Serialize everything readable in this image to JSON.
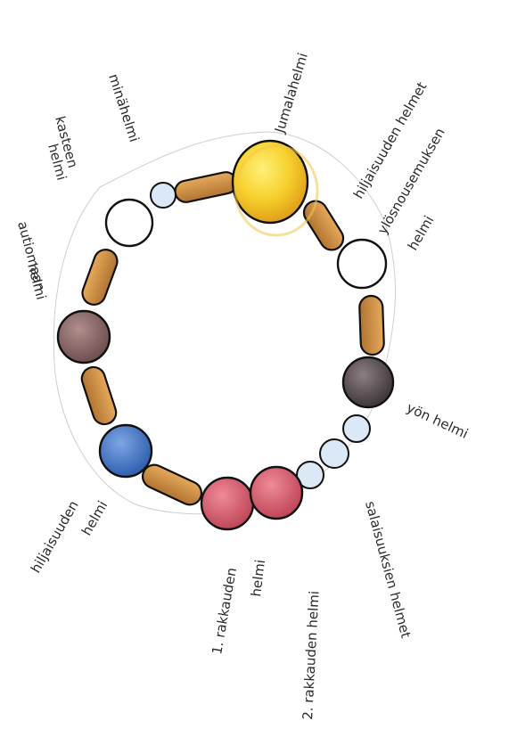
{
  "diagram": {
    "labels": {
      "jumala": "Jumalahelmi",
      "hiljaisuus_top": "hiljaisuuden helmet",
      "ylosnousemus_1": "ylösnousemuksen",
      "ylosnousemus_2": "helmi",
      "yon": "yön helmi",
      "salaisuus": "salaisuuksien helmet",
      "rakkaus2": "2. rakkauden helmi",
      "rakkaus1_1": "1. rakkauden",
      "rakkaus1_2": "helmi",
      "hiljaisuus_1": "hiljaisuuden",
      "hiljaisuus_2": "helmi",
      "autiomaa_1": "autiomaan",
      "autiomaa_2": "helmi",
      "kaste_1": "kasteen",
      "kaste_2": "helmi",
      "mina": "minähelmi"
    },
    "colors": {
      "gold": "#f5cf2c",
      "gold_edge": "#e2a81a",
      "amber": "#c98a3a",
      "white_pearl": "#ffffff",
      "brown": "#8d6b6a",
      "dark": "#5e5458",
      "blue": "#4f7cc8",
      "pink": "#d36473",
      "light_blue": "#dbe9f6",
      "outline": "#111111"
    }
  }
}
